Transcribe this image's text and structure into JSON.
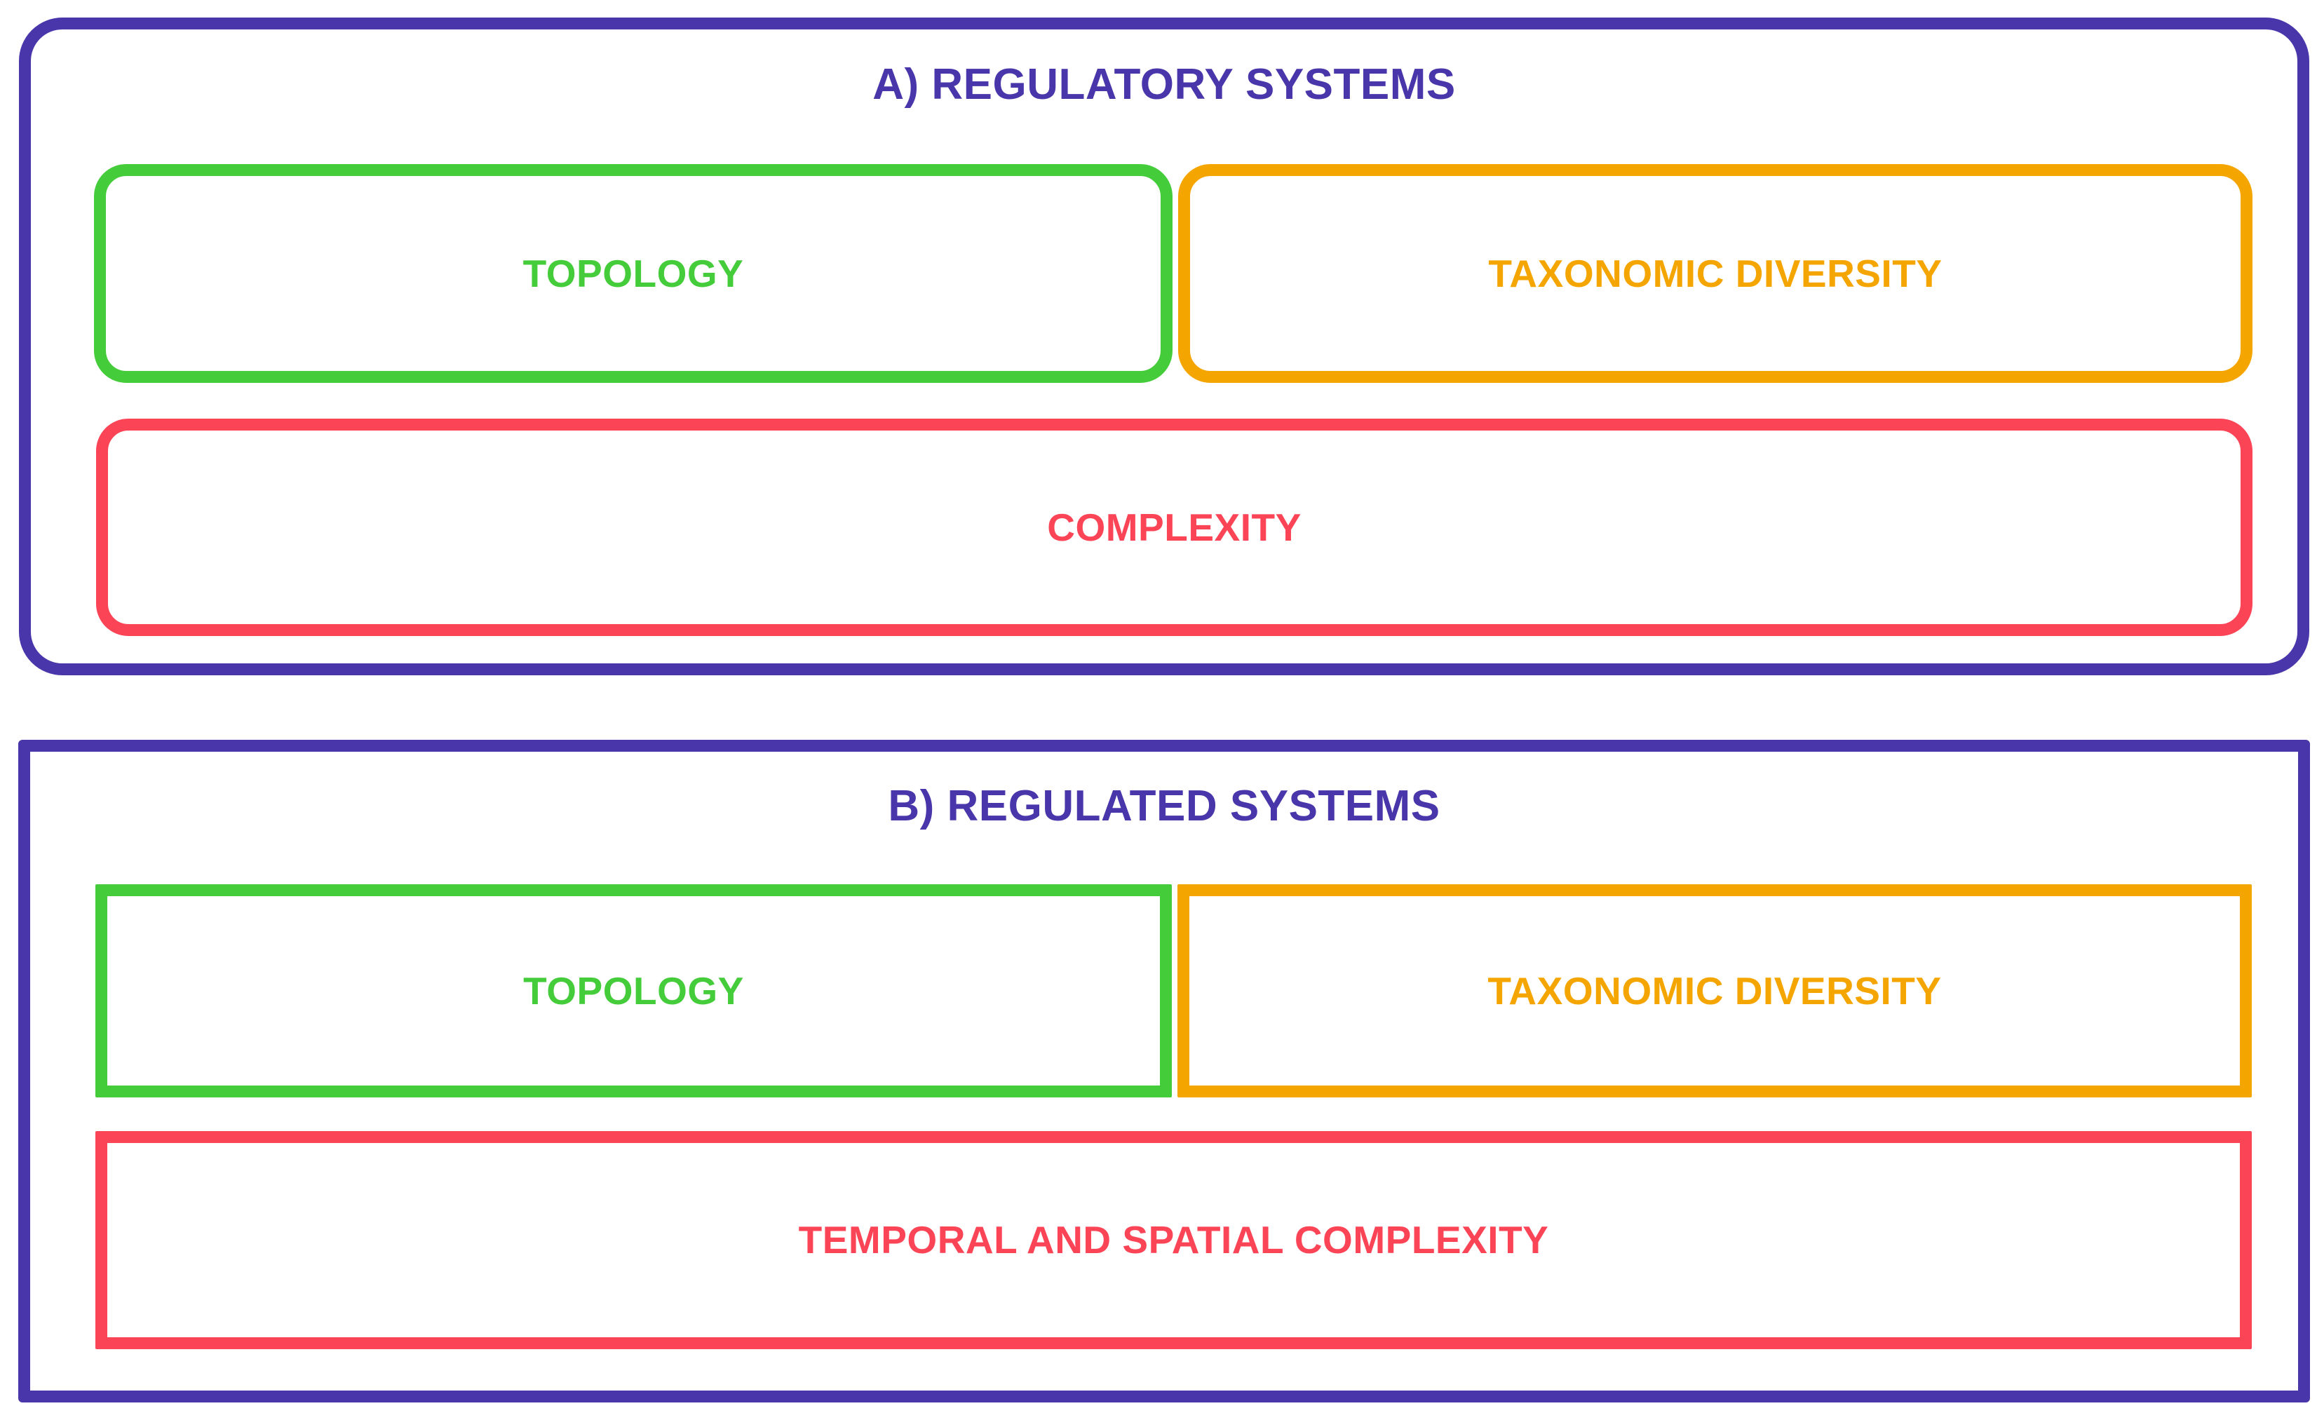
{
  "figure": {
    "background_color": "#ffffff",
    "accent_colors": {
      "outer_purple": "#4836AA",
      "topology_green": "#44CC3A",
      "taxonomy_orange": "#F5A500",
      "complexity_red": "#FC4457"
    }
  },
  "panels": [
    {
      "id": "panel-a",
      "title": "A) REGULATORY SYSTEMS",
      "shape": "rounded",
      "boxes": [
        {
          "id": "topology",
          "label": "TOPOLOGY",
          "color": "#44CC3A",
          "shape": "rounded"
        },
        {
          "id": "taxonomic-diversity",
          "label": "TAXONOMIC DIVERSITY",
          "color": "#F5A500",
          "shape": "rounded"
        },
        {
          "id": "complexity",
          "label": "COMPLEXITY",
          "color": "#FC4457",
          "shape": "rounded"
        }
      ]
    },
    {
      "id": "panel-b",
      "title": "B) REGULATED SYSTEMS",
      "shape": "square",
      "boxes": [
        {
          "id": "topology",
          "label": "TOPOLOGY",
          "color": "#44CC3A",
          "shape": "square"
        },
        {
          "id": "taxonomic-diversity",
          "label": "TAXONOMIC DIVERSITY",
          "color": "#F5A500",
          "shape": "square"
        },
        {
          "id": "temporal-spatial-complexity",
          "label": "TEMPORAL AND SPATIAL COMPLEXITY",
          "color": "#FC4457",
          "shape": "square"
        }
      ]
    }
  ]
}
